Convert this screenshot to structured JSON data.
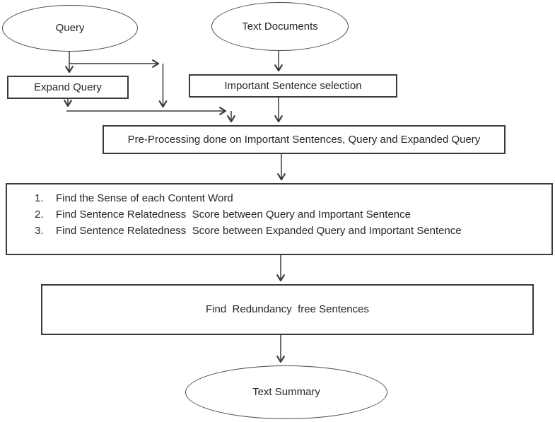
{
  "diagram": {
    "type": "flowchart",
    "background": "#ffffff",
    "stroke_color": "#3a3a3a",
    "text_color": "#262626",
    "nodes": {
      "query": {
        "label": "Query",
        "shape": "ellipse"
      },
      "text_documents": {
        "label": "Text Documents",
        "shape": "ellipse"
      },
      "expand_query": {
        "label": "Expand Query",
        "shape": "rect"
      },
      "important_sentence_selection": {
        "label": "Important Sentence selection",
        "shape": "rect"
      },
      "pre_processing": {
        "label": "Pre-Processing done on Important Sentences, Query and Expanded Query",
        "shape": "rect"
      },
      "steps": {
        "shape": "rect",
        "items": [
          {
            "num": "1.",
            "text": "Find the Sense of each Content Word"
          },
          {
            "num": "2.",
            "text": "Find Sentence Relatedness  Score between Query and Important Sentence"
          },
          {
            "num": "3.",
            "text": "Find Sentence Relatedness  Score between Expanded Query and Important Sentence"
          }
        ]
      },
      "redundancy": {
        "label": "Find  Redundancy  free Sentences",
        "shape": "rect"
      },
      "text_summary": {
        "label": "Text Summary",
        "shape": "ellipse"
      }
    },
    "edges": [
      {
        "from": "query",
        "to": "expand_query"
      },
      {
        "from": "query",
        "to": "pre_processing"
      },
      {
        "from": "expand_query",
        "to": "pre_processing"
      },
      {
        "from": "text_documents",
        "to": "important_sentence_selection"
      },
      {
        "from": "important_sentence_selection",
        "to": "pre_processing"
      },
      {
        "from": "pre_processing",
        "to": "steps"
      },
      {
        "from": "steps",
        "to": "redundancy"
      },
      {
        "from": "redundancy",
        "to": "text_summary"
      }
    ]
  }
}
